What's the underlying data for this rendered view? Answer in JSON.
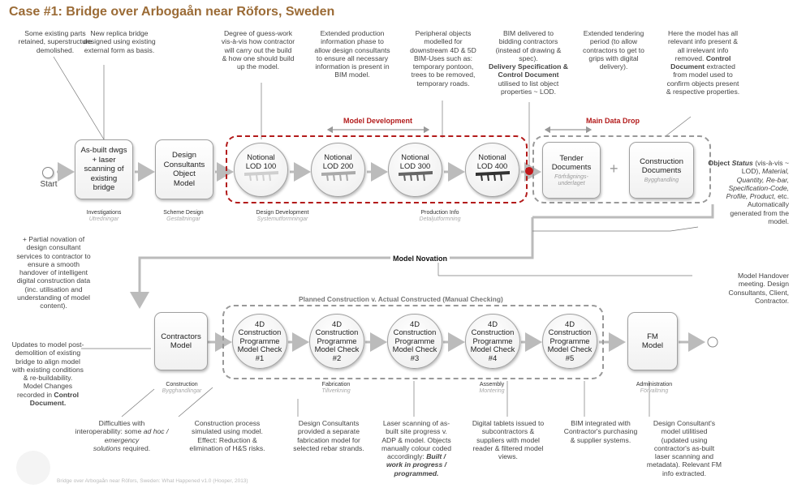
{
  "title": "Case #1: Bridge over Arbogaån near Röfors, Sweden",
  "footer": "Bridge over Arbogaån near Röfors, Sweden: What Happened v1.0 (Hooper, 2013)",
  "start_label": "Start",
  "labels": {
    "model_development": "Model Development",
    "main_data_drop": "Main Data Drop",
    "model_novation": "Model Novation",
    "planned_vs_actual": "Planned Construction v. Actual Constructed (Manual Checking)"
  },
  "colors": {
    "title": "#9b6b36",
    "accent_red": "#b31b1b",
    "connector": "#bbbbbb"
  },
  "top_row": {
    "as_built": "As-built dwgs\n+ laser\nscanning of\nexisting\nbridge",
    "design_consultants": "Design\nConsultants\nObject\nModel",
    "lod100": "Notional\nLOD 100",
    "lod200": "Notional\nLOD 200",
    "lod300": "Notional\nLOD 300",
    "lod400": "Notional\nLOD 400",
    "tender": "Tender\nDocuments",
    "tender_sub": "Förfrågnings-\nunderlaget",
    "construction_docs": "Construction\nDocuments",
    "construction_docs_sub": "Bygghandling"
  },
  "phases": {
    "investigations": "Investigations",
    "investigations_sw": "Utredningar",
    "scheme": "Scheme Design",
    "scheme_sw": "Gestaltningar",
    "design_dev": "Design Development",
    "design_dev_sw": "Systemutformningar",
    "production": "Production Info",
    "production_sw": "Detaljutformning",
    "construction": "Construction",
    "construction_sw": "Bygghandlingar",
    "fabrication": "Fabrication",
    "fabrication_sw": "Tillverkning",
    "assembly": "Assembly",
    "assembly_sw": "Montering",
    "administration": "Administration",
    "administration_sw": "Förvaltning"
  },
  "bottom_row": {
    "contractors_model": "Contractors\nModel",
    "check1": "4D\nConstruction\nProgramme\nModel Check\n#1",
    "check2": "4D\nConstruction\nProgramme\nModel Check\n#2",
    "check3": "4D\nConstruction\nProgramme\nModel Check\n#3",
    "check4": "4D\nConstruction\nProgramme\nModel Check\n#4",
    "check5": "4D\nConstruction\nProgramme\nModel Check\n#5",
    "fm_model": "FM\nModel"
  },
  "notes": {
    "n1": "Some existing parts\nretained, superstructure\ndemolished.",
    "n2": "New replica bridge\ndesigned using existing\nexternal form as basis.",
    "n3": "Degree of guess-work\nvis-à-vis how contractor\nwill carry out the build\n& how one should build\nup the model.",
    "n4": "Extended production\ninformation phase to\nallow design consultants\nto ensure all necessary\ninformation is present in\nBIM model.",
    "n5": "Peripheral objects\nmodelled for\ndownstream 4D & 5D\nBIM-Uses such as:\ntemporary pontoon,\ntrees to be removed,\ntemporary roads.",
    "n6a": "BIM delivered to\nbidding contractors\n(instead of drawing &\nspec).",
    "n6b": "Delivery Specification &\nControl Document",
    "n6c": "utilised to list object\nproperties ~ LOD.",
    "n7": "Extended tendering\nperiod (to allow\ncontractors to get to\ngrips with digital\ndelivery).",
    "n8a": "Here the model has all\nrelevant info present &\nall irrelevant info\nremoved.",
    "n8b": "Control\nDocument",
    "n8c": "extracted\nfrom model used to\nconfirm objects present\n& respective properties.",
    "n9a": "Object",
    "n9b": "Status",
    "n9c": "(vis-à-vis ~\nLOD),",
    "n9d": "Material,\nQuantity, Re-bar,\nSpecification-Code,\nProfile, Product,",
    "n9e": "etc.\nAutomatically\ngenerated from the\nmodel.",
    "n10": "+ Partial novation of\ndesign consultant\nservices to contractor to\nensure a smooth\nhandover of intelligent\ndigital construction data\n(inc. utilisation and\nunderstanding of model\ncontent).",
    "n11": "Model Handover\nmeeting. Design\nConsultants, Client,\nContractor.",
    "n12a": "Updates to model post-\ndemolition of existing\nbridge to align model\nwith existing conditions\n& re-buildability.\nModel Changes\nrecorded in",
    "n12b": "Control\nDocument.",
    "n13a": "Difficulties with\ninteroperability: some",
    "n13b": "ad hoc / emergency\nsolutions",
    "n13c": "required.",
    "n14": "Construction process\nsimulated using model.\nEffect: Reduction &\nelimination of H&S risks.",
    "n15": "Design Consultants\nprovided a separate\nfabrication model for\nselected rebar strands.",
    "n16a": "Laser scanning of as-\nbuilt site progress v.\nADP & model. Objects\nmanually colour coded\naccordingly:",
    "n16b": "Built /\nwork in progress /\nprogrammed.",
    "n17": "Digital tablets issued to\nsubcontractors &\nsuppliers with model\nreader & filtered model\nviews.",
    "n18": "BIM integrated with\nContractor's purchasing\n& supplier systems.",
    "n19": "Design Consultant's\nmodel utilitised\n(updated using\ncontractor's as-built\nlaser scanning and\nmetadata). Relevant FM\ninfo extracted."
  }
}
